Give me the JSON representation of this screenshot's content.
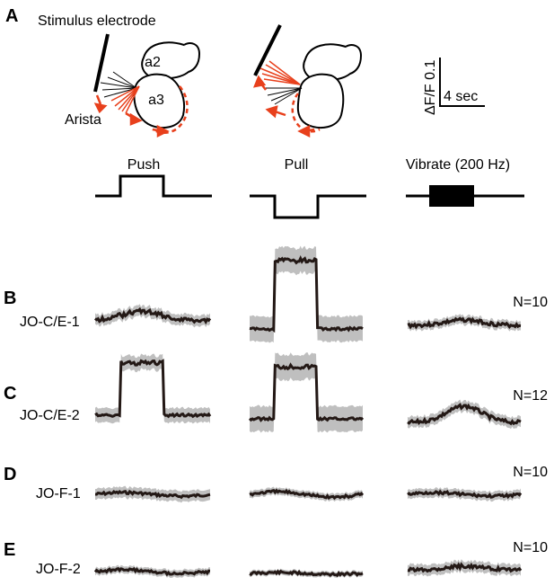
{
  "panels": {
    "a": "A",
    "b": "B",
    "c": "C",
    "d": "D",
    "e": "E"
  },
  "schematic": {
    "stimulus_label": "Stimulus electrode",
    "a2_label": "a2",
    "a3_label": "a3",
    "arista_label": "Arista",
    "arista_color": "#e8401c"
  },
  "scale_bar": {
    "y_label": "ΔF/F 0.1",
    "x_label": "4 sec"
  },
  "conditions": [
    "Push",
    "Pull",
    "Vibrate (200 Hz)"
  ],
  "rows": [
    {
      "label": "JO-C/E-1",
      "n": "N=10"
    },
    {
      "label": "JO-C/E-2",
      "n": "N=12"
    },
    {
      "label": "JO-F-1",
      "n": "N=10"
    },
    {
      "label": "JO-F-2",
      "n": "N=10"
    }
  ],
  "colors": {
    "trace": "#231815",
    "band": "#bfbfbf"
  }
}
